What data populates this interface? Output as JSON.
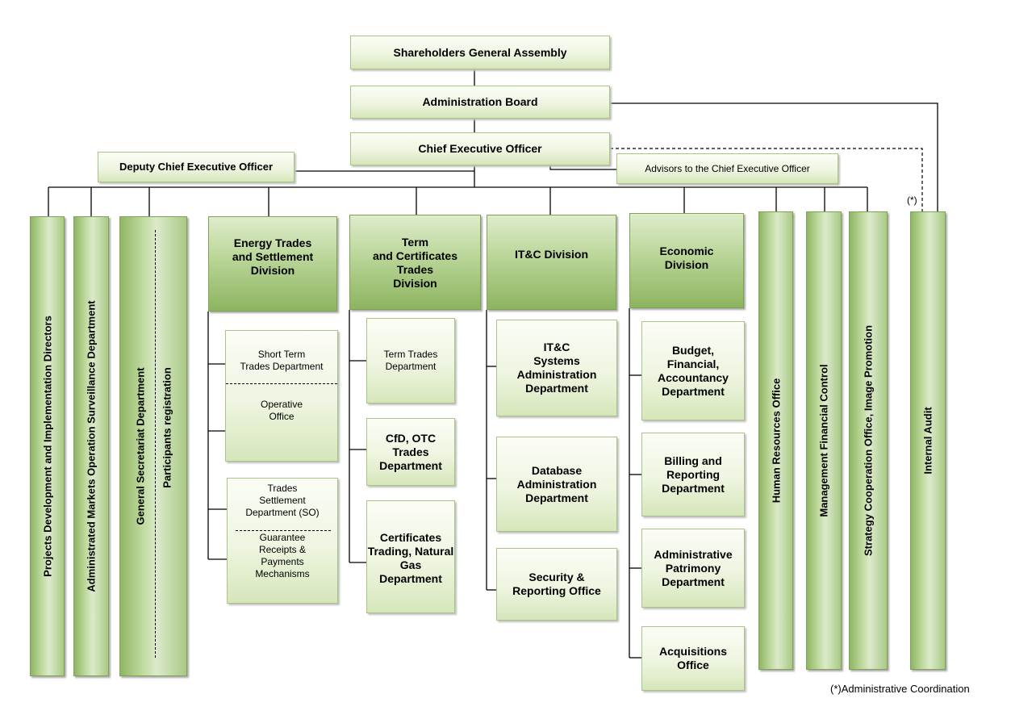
{
  "nodes": {
    "shareholders": "Shareholders General Assembly",
    "board": "Administration Board",
    "ceo": "Chief Executive Officer",
    "deputy": "Deputy Chief Executive Officer",
    "advisors": "Advisors to the Chief Executive Officer",
    "projects": "Projects Development and Implementation Directors",
    "surveillance": "Administrated Markets Operation Surveillance Department",
    "secretariat": "General Secretariat Department",
    "participants": "Participants registration",
    "energy": "Energy Trades\nand Settlement\nDivision",
    "term_div": "Term\nand Certificates\nTrades\nDivision",
    "itc_div": "IT&C Division",
    "econ_div": "Economic\nDivision",
    "hr": "Human Resources Office",
    "mfc": "Management Financial Control",
    "strategy": "Strategy Cooperation Office,  Image Promotion",
    "audit": "Internal Audit",
    "short_term": "Short Term\nTrades Department",
    "operative": "Operative\nOffice",
    "trades_settlement": "Trades\nSettlement\nDepartment (SO)",
    "guarantee": "Guarantee\nReceipts &\nPayments\nMechanisms",
    "term_trades": "Term Trades\nDepartment",
    "cfd": "CfD, OTC\nTrades\nDepartment",
    "certificates": "Certificates\nTrading, Natural\nGas Department",
    "itc_sys": "IT&C\nSystems\nAdministration\nDepartment",
    "database": "Database\nAdministration\nDepartment",
    "security": "Security &\nReporting Office",
    "budget": "Budget,\nFinancial,\nAccountancy\nDepartment",
    "billing": "Billing and\nReporting\nDepartment",
    "patrimony": "Administrative\nPatrimony\nDepartment",
    "acquisitions": "Acquisitions\nOffice"
  },
  "audit_marker": "(*)",
  "footnote": "(*)Administrative Coordination"
}
